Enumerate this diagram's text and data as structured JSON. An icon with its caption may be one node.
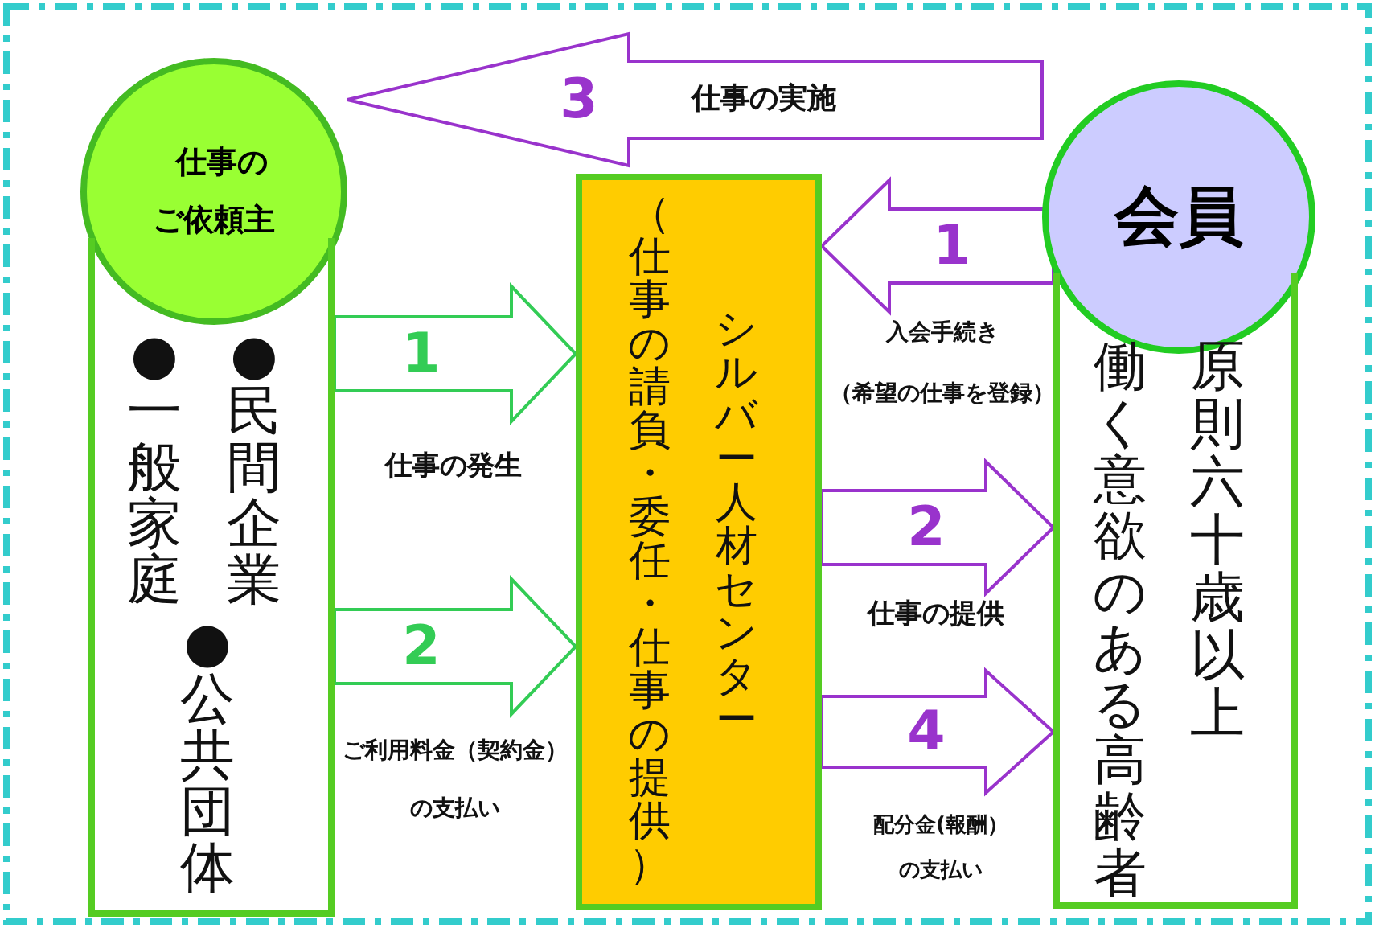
{
  "diagram": {
    "nodes": [
      {
        "text": [
          "仕事のご依頼主"
        ]
      },
      {
        "text": [
          "●一般家庭",
          "●民間企業",
          "●公共団体"
        ]
      },
      {
        "text": [
          "（仕事の請負・委任・仕事の提供）",
          "シルバー人材センター"
        ]
      },
      {
        "text": [
          "会員"
        ]
      },
      {
        "text": [
          "働く意欲のある高齢者",
          "原則六十歳以上"
        ]
      }
    ],
    "edges": [
      {
        "from": 1,
        "to": 2,
        "arrow": "to",
        "label": "1",
        "color": "#33cc55"
      },
      {
        "from": 1,
        "to": 2,
        "arrow": "to",
        "label": "2",
        "color": "#33cc55"
      },
      {
        "from": 3,
        "to": 0,
        "arrow": "to",
        "label": "3"
      },
      {
        "from": 4,
        "to": 2,
        "arrow": "to",
        "label": "1"
      },
      {
        "from": 2,
        "to": 4,
        "arrow": "to",
        "label": "2"
      },
      {
        "from": 2,
        "to": 4,
        "arrow": "to",
        "label": "4"
      }
    ],
    "labels": [
      "仕事の実施",
      "入会手続き（希望の仕事を登録）",
      "仕事の発生",
      "仕事の提供",
      "ご利用料金（契約金）の支払い",
      "配分金(報酬）の支払い"
    ]
  }
}
